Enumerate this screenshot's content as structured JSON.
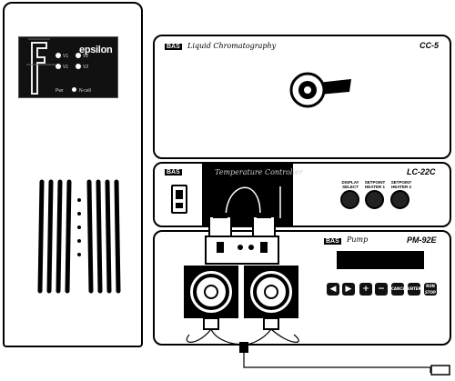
{
  "tower": {
    "brand": "epsilon",
    "channels": [
      "V1",
      "V2",
      "V1",
      "V2"
    ],
    "status": [
      "Pwr",
      "N-cell"
    ]
  },
  "cc5": {
    "brand": "BAS",
    "subtitle": "Liquid Chromatography",
    "model": "CC-5"
  },
  "lc22c": {
    "brand": "BAS",
    "subtitle": "Temperature Controller",
    "model": "LC-22C",
    "knobs": [
      {
        "label": "DISPLAY SELECT"
      },
      {
        "label": "SETPOINT HEATER 1"
      },
      {
        "label": "SETPOINT HEATER 2"
      }
    ]
  },
  "pm92e": {
    "brand": "BAS",
    "subtitle": "Pump",
    "model": "PM-92E",
    "display": "",
    "buttons": [
      {
        "label": "◀"
      },
      {
        "label": "▶"
      },
      {
        "label": "+"
      },
      {
        "label": "−"
      },
      {
        "label": "CANCEL"
      },
      {
        "label": "ENTER"
      },
      {
        "label": "RUN STOP"
      }
    ]
  }
}
